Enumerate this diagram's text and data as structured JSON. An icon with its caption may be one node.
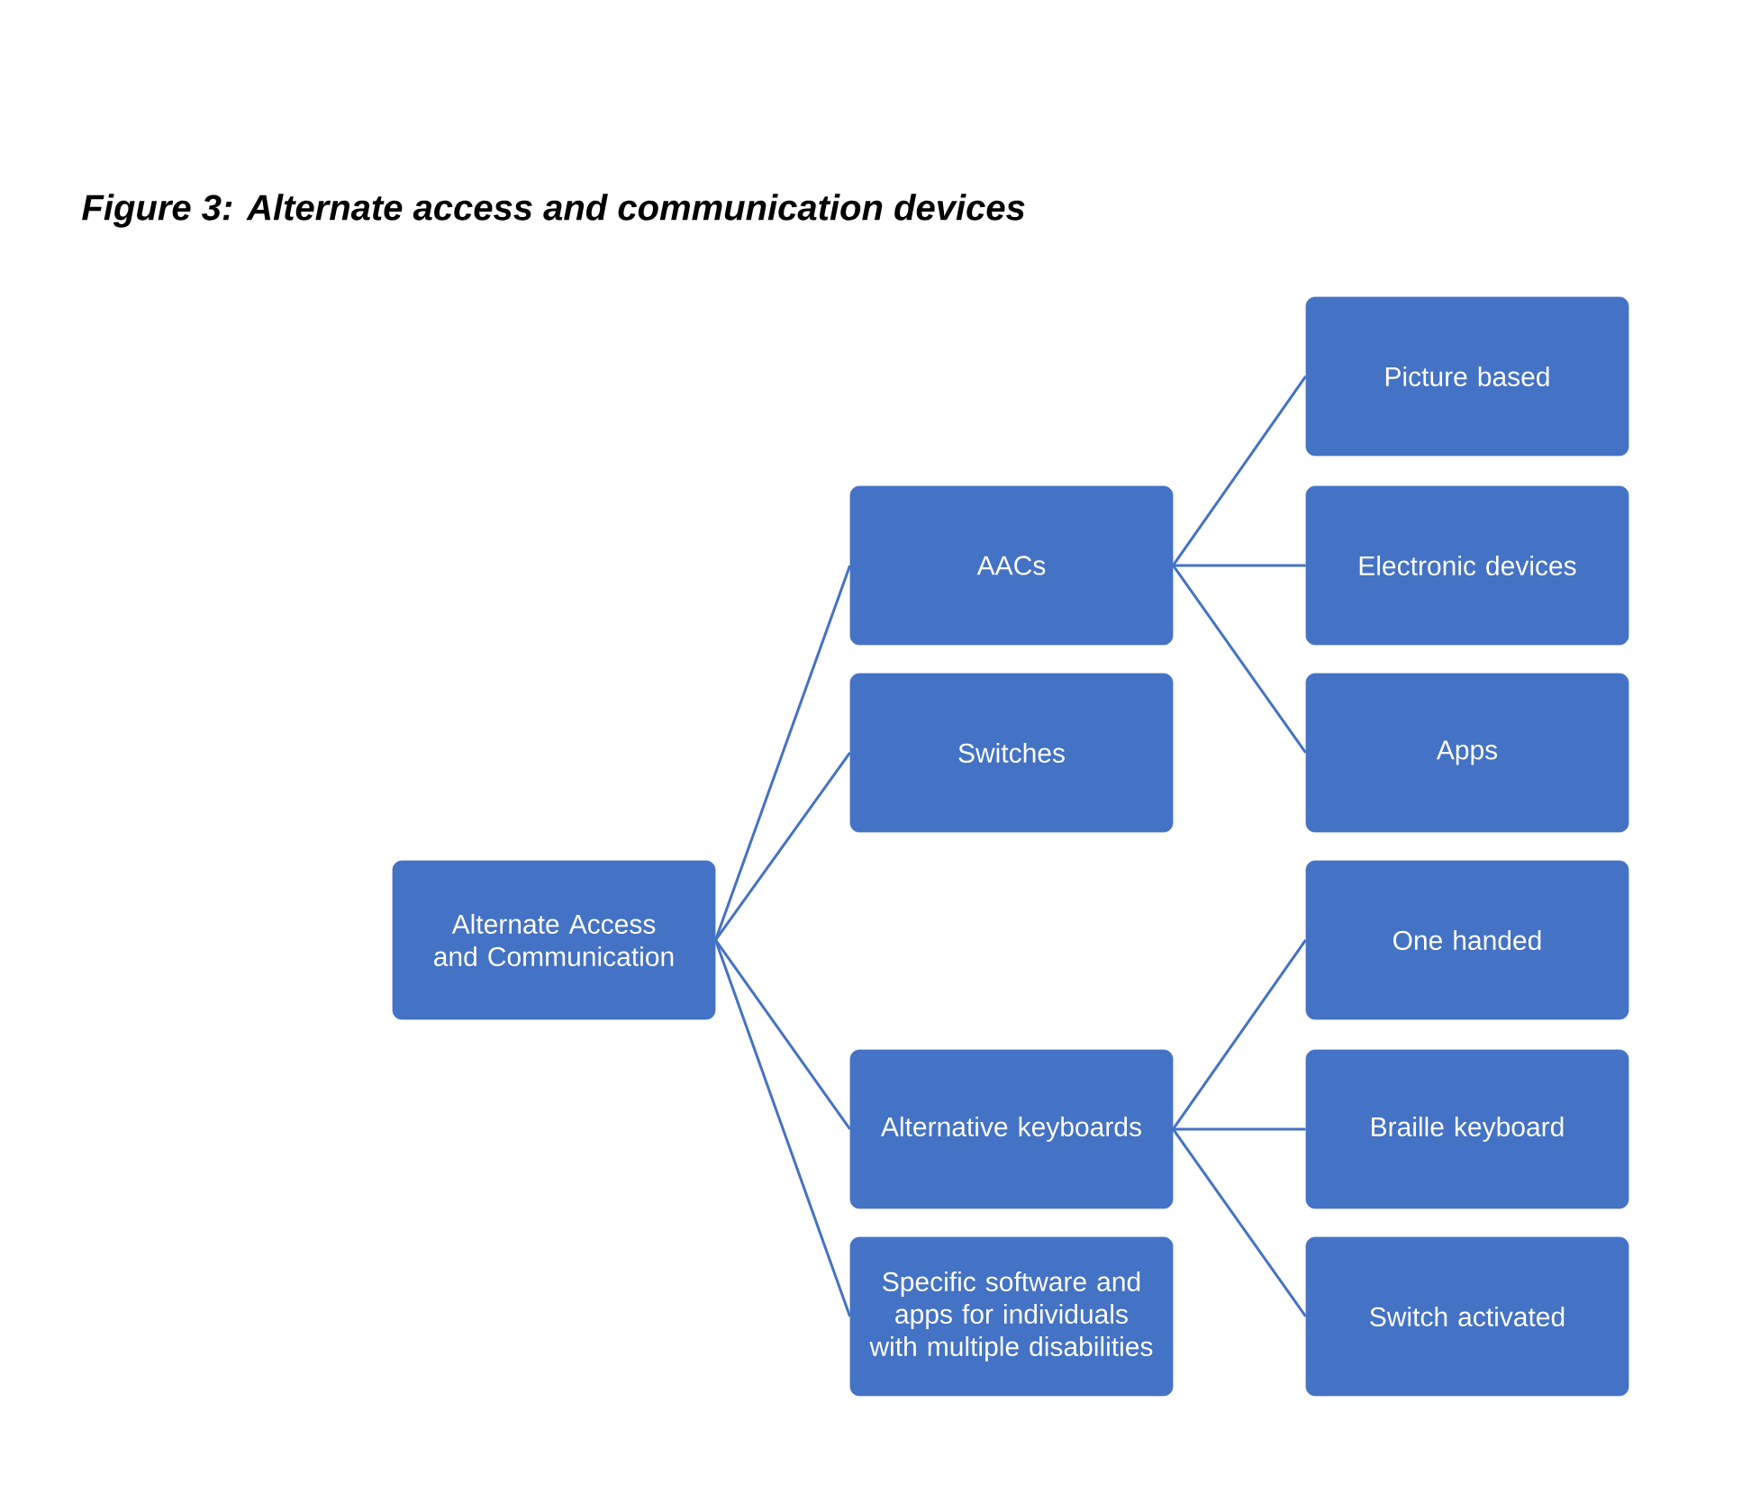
{
  "diagram": {
    "title": "Figure 3: Alternate access and communication devices",
    "nodes": [
      {
        "text": [
          "Alternate Access and Communication"
        ]
      },
      {
        "text": [
          "AACs"
        ]
      },
      {
        "text": [
          "Switches"
        ]
      },
      {
        "text": [
          "Alternative keyboards"
        ]
      },
      {
        "text": [
          "Specific software and apps for individuals with multiple disabilities"
        ]
      },
      {
        "text": [
          "Picture based"
        ]
      },
      {
        "text": [
          "Electronic devices"
        ]
      },
      {
        "text": [
          "Apps"
        ]
      },
      {
        "text": [
          "One handed"
        ]
      },
      {
        "text": [
          "Braille keyboard"
        ]
      },
      {
        "text": [
          "Switch activated"
        ]
      }
    ],
    "edges": [
      {
        "from": 0,
        "to": 1,
        "arrow": "none"
      },
      {
        "from": 0,
        "to": 2,
        "arrow": "none"
      },
      {
        "from": 0,
        "to": 3,
        "arrow": "none"
      },
      {
        "from": 0,
        "to": 4,
        "arrow": "none"
      },
      {
        "from": 1,
        "to": 5,
        "arrow": "none"
      },
      {
        "from": 1,
        "to": 6,
        "arrow": "none"
      },
      {
        "from": 1,
        "to": 7,
        "arrow": "none"
      },
      {
        "from": 3,
        "to": 8,
        "arrow": "none"
      },
      {
        "from": 3,
        "to": 9,
        "arrow": "none"
      },
      {
        "from": 3,
        "to": 10,
        "arrow": "none"
      }
    ]
  }
}
